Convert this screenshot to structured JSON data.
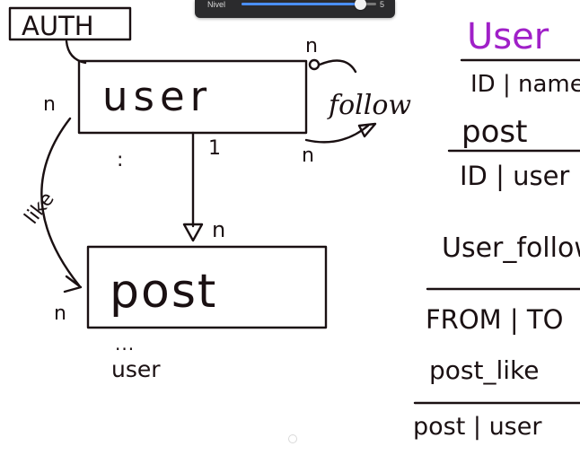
{
  "toolbar": {
    "level_label": "Nivel",
    "level_value": "5",
    "level_fraction": 0.88
  },
  "diagram": {
    "auth_label": "AUTH",
    "user_entity": "user",
    "post_entity": "post",
    "follow_label": "follow",
    "like_label": "like",
    "card_n_left_user": "n",
    "card_n_follow_top": "n",
    "card_n_follow_bottom": "n",
    "card_one": "1",
    "card_n_post_top": "n",
    "card_n_post_left": "n",
    "user_ellipsis": ":",
    "post_ellipsis": "...",
    "post_user_attr": "user"
  },
  "notes": {
    "title": "User",
    "lines": [
      "ID | name",
      "post",
      "ID | user",
      "User_follow",
      "FROM | TO",
      "post_like",
      "post | user"
    ],
    "title_color": "#a020c8"
  },
  "icons": {
    "loading": "loading-spinner-icon"
  }
}
